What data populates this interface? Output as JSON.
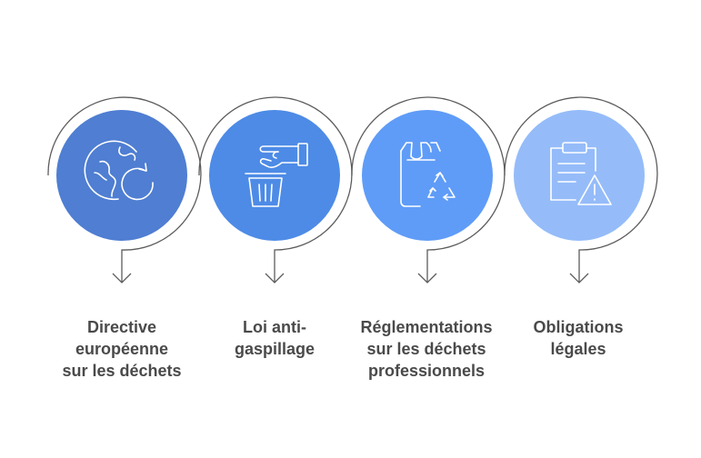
{
  "colors": {
    "stroke": "#5c5c5c",
    "circles": [
      "#4f7ed2",
      "#4d8be6",
      "#5f9cf7",
      "#95bcf9"
    ],
    "icon": "#ffffff",
    "text": "#4a4a4a"
  },
  "steps": [
    {
      "icon": "globe-recycle-icon",
      "label": [
        "Directive",
        "européenne",
        "sur les déchets"
      ]
    },
    {
      "icon": "hand-trash-icon",
      "label": [
        "Loi anti-",
        "gaspillage"
      ]
    },
    {
      "icon": "bag-recycle-icon",
      "label": [
        "Réglementations",
        "sur les déchets",
        "professionnels"
      ]
    },
    {
      "icon": "clipboard-warning-icon",
      "label": [
        "Obligations",
        "légales"
      ]
    }
  ]
}
